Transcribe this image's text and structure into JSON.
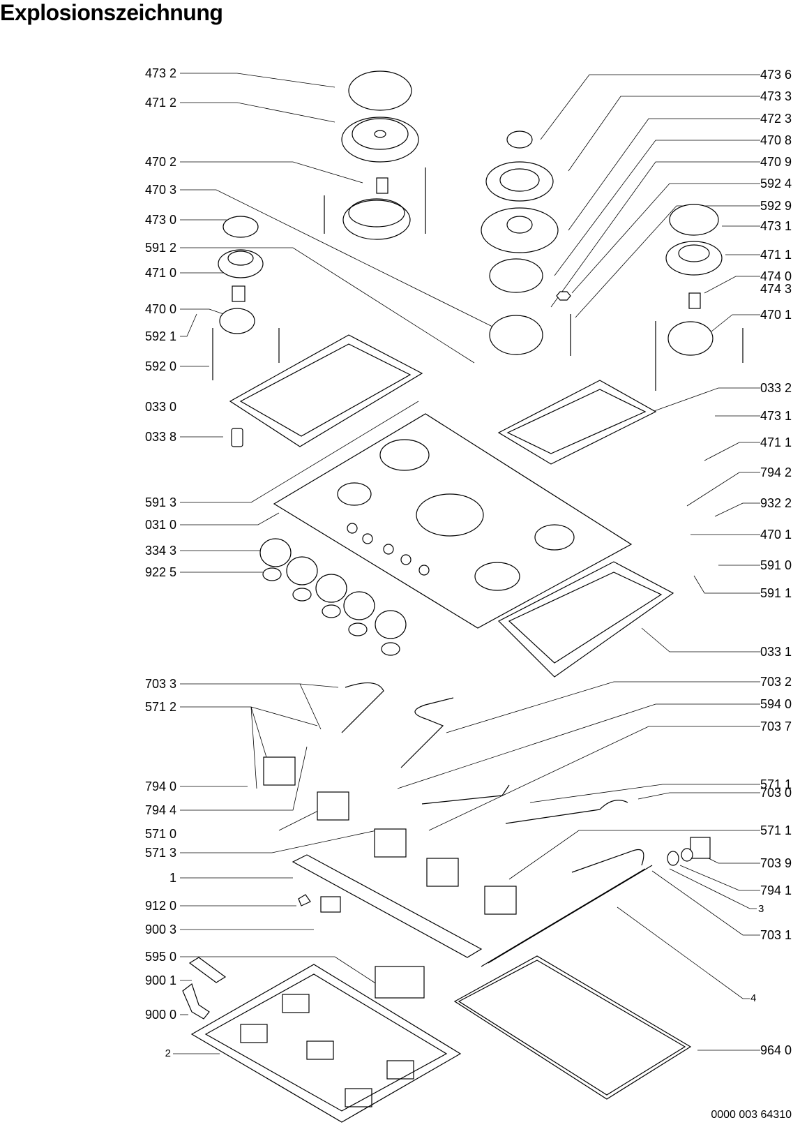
{
  "title": "Explosionszeichnung",
  "document_number": "0000 003 64310",
  "left_labels": [
    "473 2",
    "471 2",
    "470 2",
    "470 3",
    "473  0",
    "591 2",
    "471 0",
    "470 0",
    "592 1",
    "592 0",
    "033 0",
    "033 8",
    "591 3",
    "031 0",
    "334 3",
    "922 5",
    "703 3",
    "571 2",
    "794 0",
    "794 4",
    "571 0",
    "571 3",
    "1",
    "912 0",
    "900 3",
    "595 0",
    "900 1",
    "900 0",
    "2"
  ],
  "right_labels": [
    "473 6",
    "473 3",
    "472 3",
    "470 8",
    "470 9",
    "592 4",
    "592 9",
    "473 1",
    "471 1",
    "474 0",
    "474 3",
    "470 1",
    "033 2",
    "473 1",
    "471 1",
    "794 2",
    "932 2",
    "470 1",
    "591 0",
    "591 1",
    "033 1",
    "703 2",
    "594 0",
    "703 7",
    "571 1",
    "703 0",
    "571 1",
    "703 9",
    "794 1",
    "3",
    "703 1",
    "4",
    "964 0"
  ]
}
